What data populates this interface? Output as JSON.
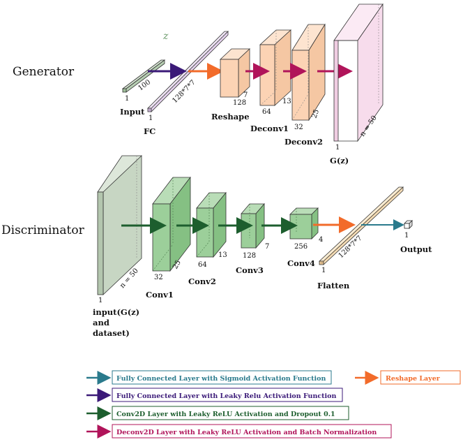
{
  "sections": {
    "generator": "Generator",
    "discriminator": "Discriminator"
  },
  "generator": {
    "z_label": "z",
    "input": {
      "label": "Input",
      "height_label": "100",
      "width_label": "1"
    },
    "fc": {
      "label": "FC",
      "height_label": "128*7*7",
      "width_label": "1"
    },
    "reshape": {
      "label": "Reshape",
      "depth_label": "128",
      "size_label": "7"
    },
    "deconv1": {
      "label": "Deconv1",
      "depth_label": "64",
      "size_label": "13"
    },
    "deconv2": {
      "label": "Deconv2",
      "depth_label": "32",
      "size_label": "25"
    },
    "output": {
      "label": "G(z)",
      "depth_label": "1",
      "size_label": "n = 50"
    }
  },
  "discriminator": {
    "input": {
      "label_lines": [
        "input(G(z)",
        "and",
        "dataset)"
      ],
      "depth_label": "1",
      "size_label": "n = 50"
    },
    "conv1": {
      "label": "Conv1",
      "depth_label": "32",
      "size_label": "25"
    },
    "conv2": {
      "label": "Conv2",
      "depth_label": "64",
      "size_label": "13"
    },
    "conv3": {
      "label": "Conv3",
      "depth_label": "128",
      "size_label": "7"
    },
    "conv4": {
      "label": "Conv4",
      "depth_label": "256",
      "size_label": "4"
    },
    "flatten": {
      "label": "Flatten",
      "height_label": "128*7*7",
      "width_label": "1"
    },
    "output": {
      "label": "Output",
      "size_label": "1"
    }
  },
  "legend": [
    {
      "text": "Fully Connected Layer with Sigmoid Activation Function",
      "color": "#2a7a8c"
    },
    {
      "text": "Fully Connected Layer with Leaky Relu Activation Function",
      "color": "#3b1a78"
    },
    {
      "text": "Conv2D Layer with Leaky ReLU Activation and Dropout 0.1",
      "color": "#1d5e2e"
    },
    {
      "text": "Deconv2D Layer with Leaky ReLU Activation and Batch Normalization",
      "color": "#b0145a"
    },
    {
      "text": "Reshape Layer",
      "color": "#f26b2a"
    }
  ],
  "colors": {
    "fc_fill": "#e6d3ef",
    "input_fill": "#b7cfb3",
    "orange_fill": "#fcd3b4",
    "pink_fill": "#f7dcec",
    "green_fill": "#9ccf9a",
    "dgreen_fill": "#c7d6c3",
    "flatten_fill": "#f4dcb6"
  }
}
